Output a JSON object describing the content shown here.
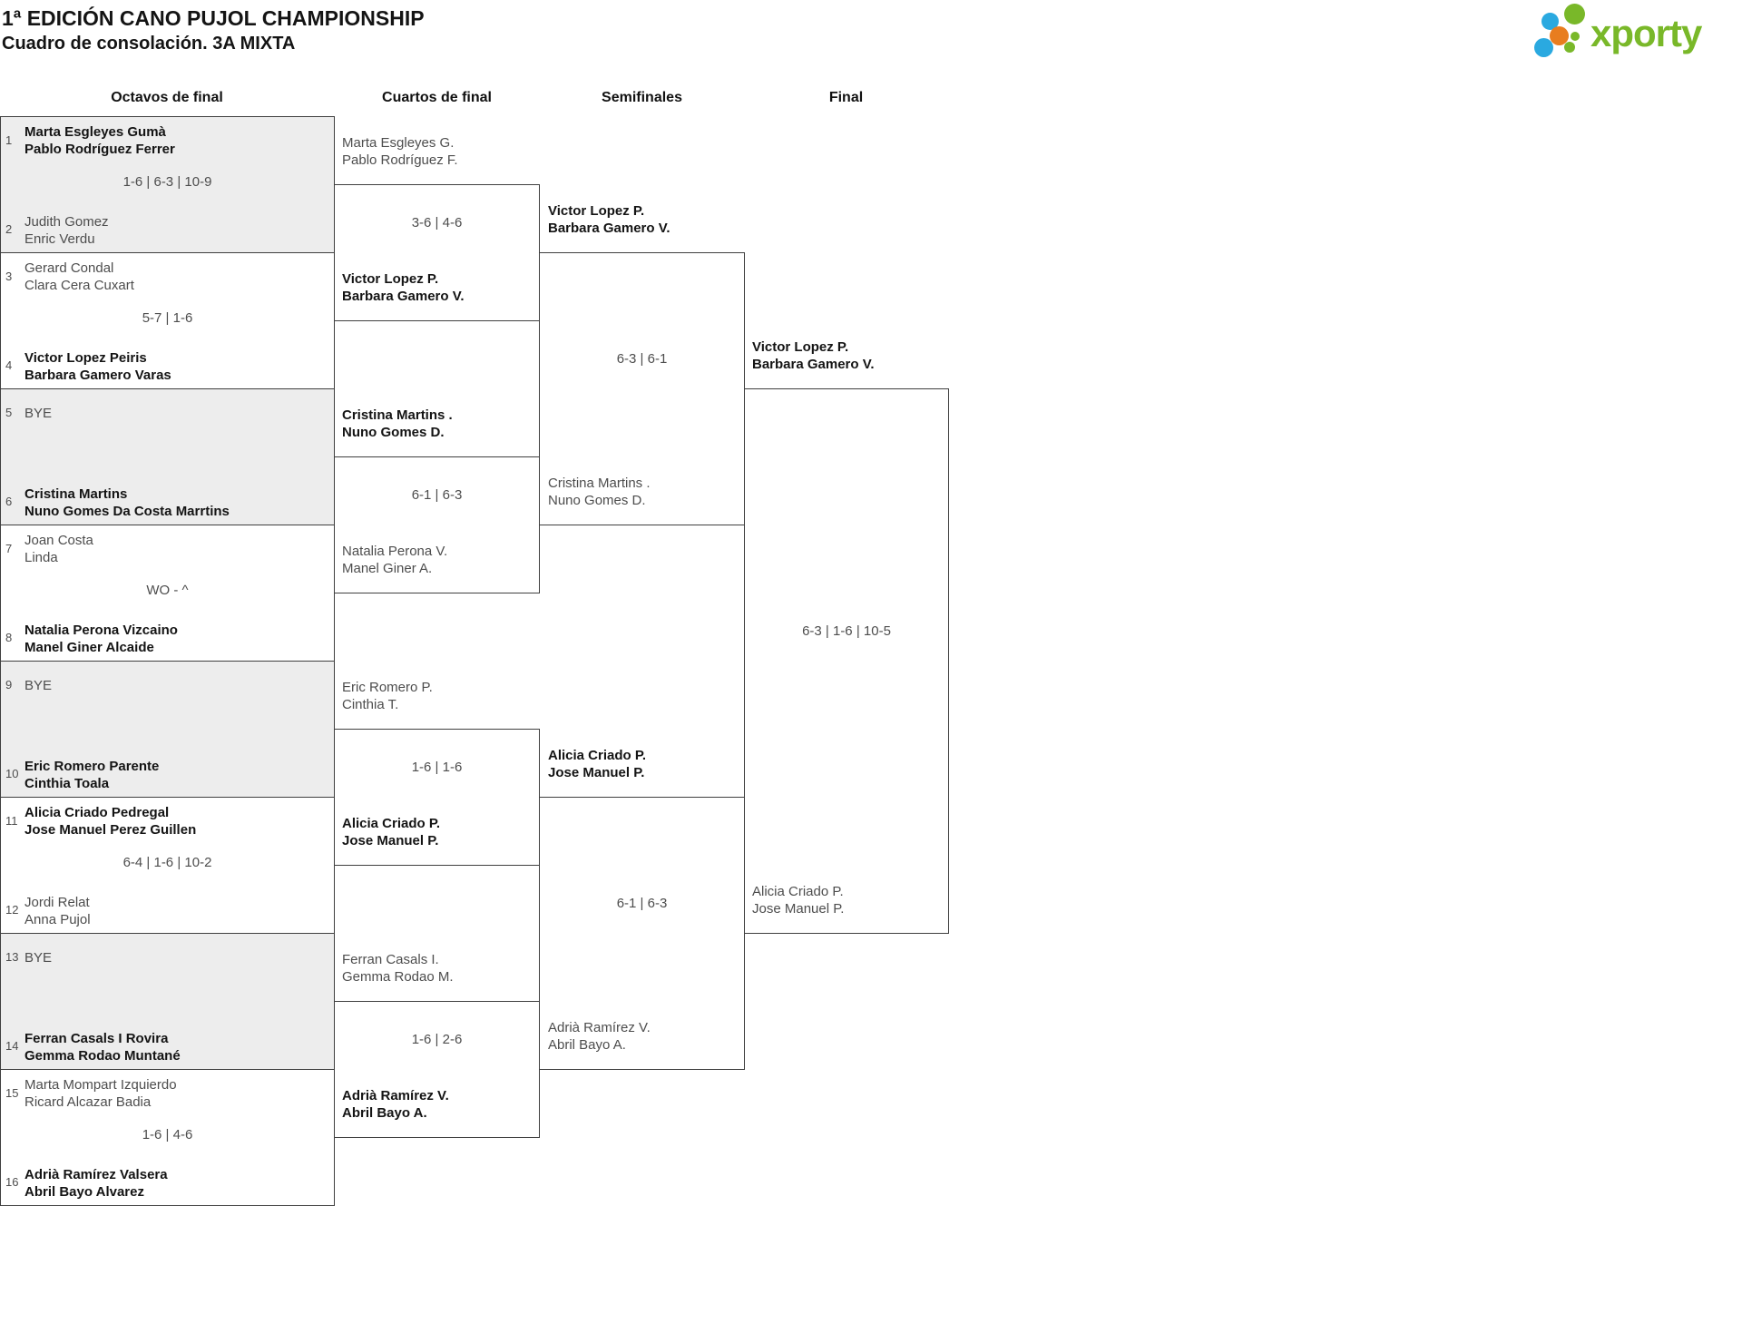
{
  "header": {
    "title": "1ª EDICIÓN CANO PUJOL CHAMPIONSHIP",
    "subtitle": "Cuadro de consolación. 3A MIXTA"
  },
  "brand": {
    "wordmark": "xporty"
  },
  "palette": {
    "brand_green": "#79b829",
    "brand_blue": "#2aa9e0",
    "brand_orange": "#e87d1f",
    "shaded_match_bg": "#ededed",
    "border": "#3f3f3f",
    "winner_text": "#141414",
    "regular_text": "#4d4d4d"
  },
  "rounds": [
    {
      "label": "Octavos de final"
    },
    {
      "label": "Cuartos de final"
    },
    {
      "label": "Semifinales"
    },
    {
      "label": "Final"
    }
  ],
  "r16": [
    {
      "seed_top": "1",
      "top": [
        "Marta Esgleyes Gumà",
        "Pablo Rodríguez Ferrer"
      ],
      "score": "1-6 | 6-3 | 10-9",
      "seed_bottom": "2",
      "bottom": [
        "Judith Gomez",
        "Enric Verdu"
      ],
      "winner": "top"
    },
    {
      "seed_top": "3",
      "top": [
        "Gerard Condal",
        "Clara Cera Cuxart"
      ],
      "score": "5-7 | 1-6",
      "seed_bottom": "4",
      "bottom": [
        "Victor Lopez Peiris",
        "Barbara Gamero Varas"
      ],
      "winner": "bottom"
    },
    {
      "seed_top": "5",
      "top": [
        "BYE"
      ],
      "score": "",
      "seed_bottom": "6",
      "bottom": [
        "Cristina Martins",
        "Nuno Gomes Da Costa Marrtins"
      ],
      "winner": "bottom"
    },
    {
      "seed_top": "7",
      "top": [
        "Joan Costa",
        "Linda"
      ],
      "score": "WO - ^",
      "seed_bottom": "8",
      "bottom": [
        "Natalia Perona Vizcaino",
        "Manel Giner Alcaide"
      ],
      "winner": "bottom"
    },
    {
      "seed_top": "9",
      "top": [
        "BYE"
      ],
      "score": "",
      "seed_bottom": "10",
      "bottom": [
        "Eric Romero Parente",
        "Cinthia Toala"
      ],
      "winner": "bottom"
    },
    {
      "seed_top": "11",
      "top": [
        "Alicia Criado Pedregal",
        "Jose Manuel Perez Guillen"
      ],
      "score": "6-4 | 1-6 | 10-2",
      "seed_bottom": "12",
      "bottom": [
        "Jordi Relat",
        "Anna Pujol"
      ],
      "winner": "top"
    },
    {
      "seed_top": "13",
      "top": [
        "BYE"
      ],
      "score": "",
      "seed_bottom": "14",
      "bottom": [
        "Ferran Casals I Rovira",
        "Gemma Rodao Muntané"
      ],
      "winner": "bottom"
    },
    {
      "seed_top": "15",
      "top": [
        "Marta Mompart Izquierdo",
        "Ricard Alcazar Badia"
      ],
      "score": "1-6 | 4-6",
      "seed_bottom": "16",
      "bottom": [
        "Adrià Ramírez Valsera",
        "Abril Bayo Alvarez"
      ],
      "winner": "bottom"
    }
  ],
  "quarterfinals": [
    {
      "top": [
        "Marta Esgleyes G.",
        "Pablo Rodríguez F."
      ],
      "score": "3-6 | 4-6",
      "bottom": [
        "Victor Lopez P.",
        "Barbara Gamero V."
      ],
      "winner": "bottom"
    },
    {
      "top": [
        "Cristina Martins .",
        "Nuno Gomes D."
      ],
      "score": "6-1 | 6-3",
      "bottom": [
        "Natalia Perona V.",
        "Manel Giner A."
      ],
      "winner": "top"
    },
    {
      "top": [
        "Eric Romero P.",
        "Cinthia T."
      ],
      "score": "1-6 | 1-6",
      "bottom": [
        "Alicia Criado P.",
        "Jose Manuel P."
      ],
      "winner": "bottom"
    },
    {
      "top": [
        "Ferran Casals I.",
        "Gemma Rodao M."
      ],
      "score": "1-6 | 2-6",
      "bottom": [
        "Adrià Ramírez V.",
        "Abril Bayo A."
      ],
      "winner": "bottom"
    }
  ],
  "semifinals": [
    {
      "top": [
        "Victor Lopez P.",
        "Barbara Gamero V."
      ],
      "score": "6-3 | 6-1",
      "bottom": [
        "Cristina Martins .",
        "Nuno Gomes D."
      ],
      "winner": "top"
    },
    {
      "top": [
        "Alicia Criado P.",
        "Jose Manuel P."
      ],
      "score": "6-1 | 6-3",
      "bottom": [
        "Adrià Ramírez V.",
        "Abril Bayo A."
      ],
      "winner": "top"
    }
  ],
  "final": {
    "top": [
      "Victor Lopez P.",
      "Barbara Gamero V."
    ],
    "score": "6-3 | 1-6 | 10-5",
    "bottom": [
      "Alicia Criado P.",
      "Jose Manuel P."
    ],
    "winner": "top"
  }
}
